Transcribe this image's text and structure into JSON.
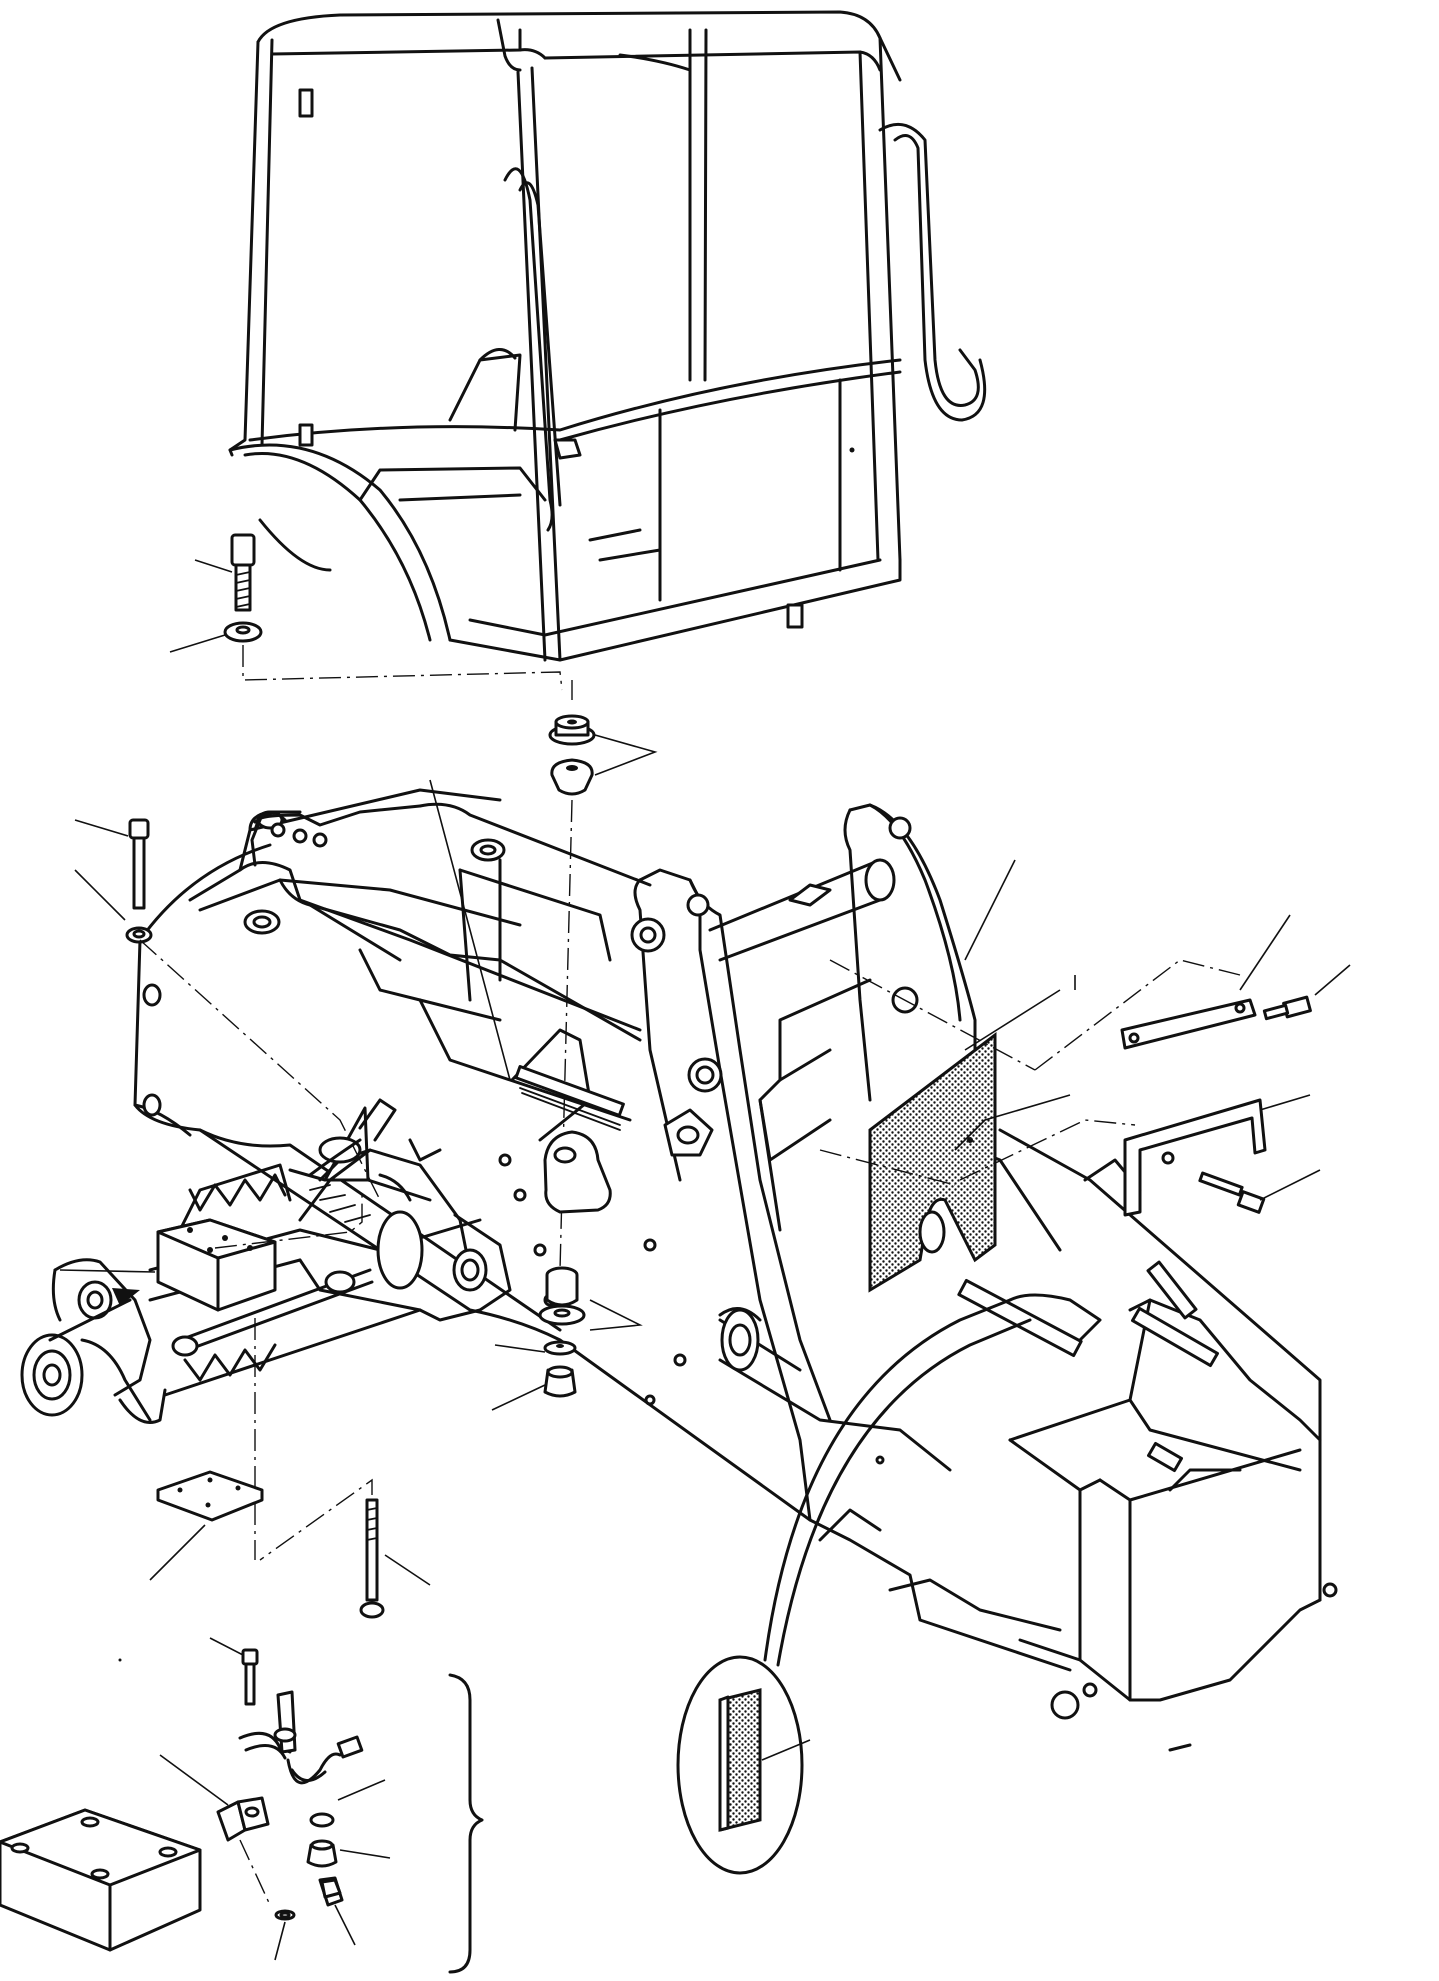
{
  "drawing": {
    "colors": {
      "ink": "#111111",
      "paper": "#ffffff"
    },
    "components": [
      "cab-frame",
      "cab-mounting-bolt",
      "washer",
      "rubber-mount-upper",
      "rubber-mount-lower",
      "main-chassis-frame",
      "boom-pivot-tower",
      "cross-tube",
      "anti-vibration-pad",
      "retaining-strap",
      "u-bracket",
      "front-axle-assembly",
      "axle-support-block",
      "axle-plate",
      "long-stud-bolt",
      "sensor-bracket",
      "sensor-harness",
      "wear-strip-detail"
    ]
  }
}
